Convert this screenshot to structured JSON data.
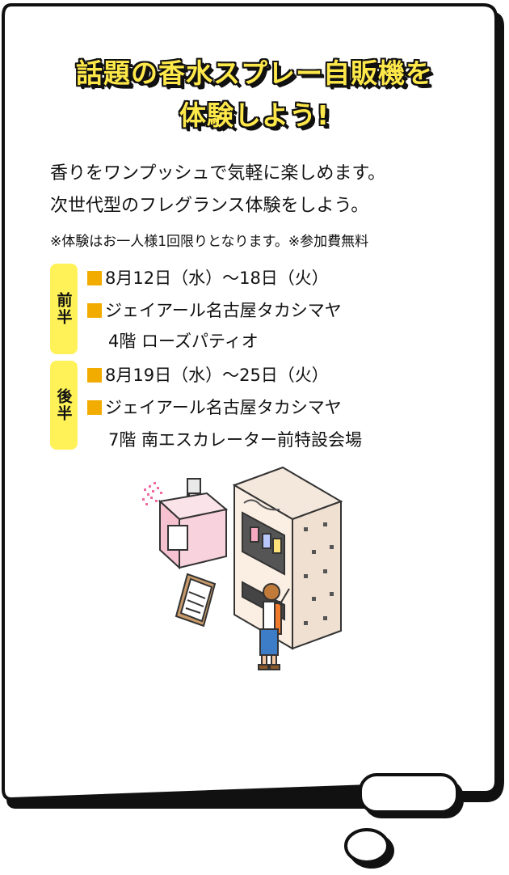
{
  "title": {
    "line1": "話題の香水スプレー自販機を",
    "line2": "体験しよう!"
  },
  "description": {
    "line1": "香りをワンプッシュで気軽に楽しめます。",
    "line2": "次世代型のフレグランス体験をしよう。"
  },
  "note": "※体験はお一人様1回限りとなります。※参加費無料",
  "schedule": [
    {
      "badge": "前半",
      "date": "8月12日（水）〜18日（火）",
      "venue_line1": "ジェイアール名古屋タカシマヤ",
      "venue_line2": "4階 ローズパティオ"
    },
    {
      "badge": "後半",
      "date": "8月19日（水）〜25日（火）",
      "venue_line1": "ジェイアール名古屋タカシマヤ",
      "venue_line2": "7階 南エスカレーター前特設会場"
    }
  ],
  "colors": {
    "title_yellow": "#ffe94a",
    "badge_yellow": "#fff258",
    "bullet_orange": "#f2ac00",
    "machine_cream": "#fbeee3",
    "bottle_pink": "#f8c8d4"
  }
}
